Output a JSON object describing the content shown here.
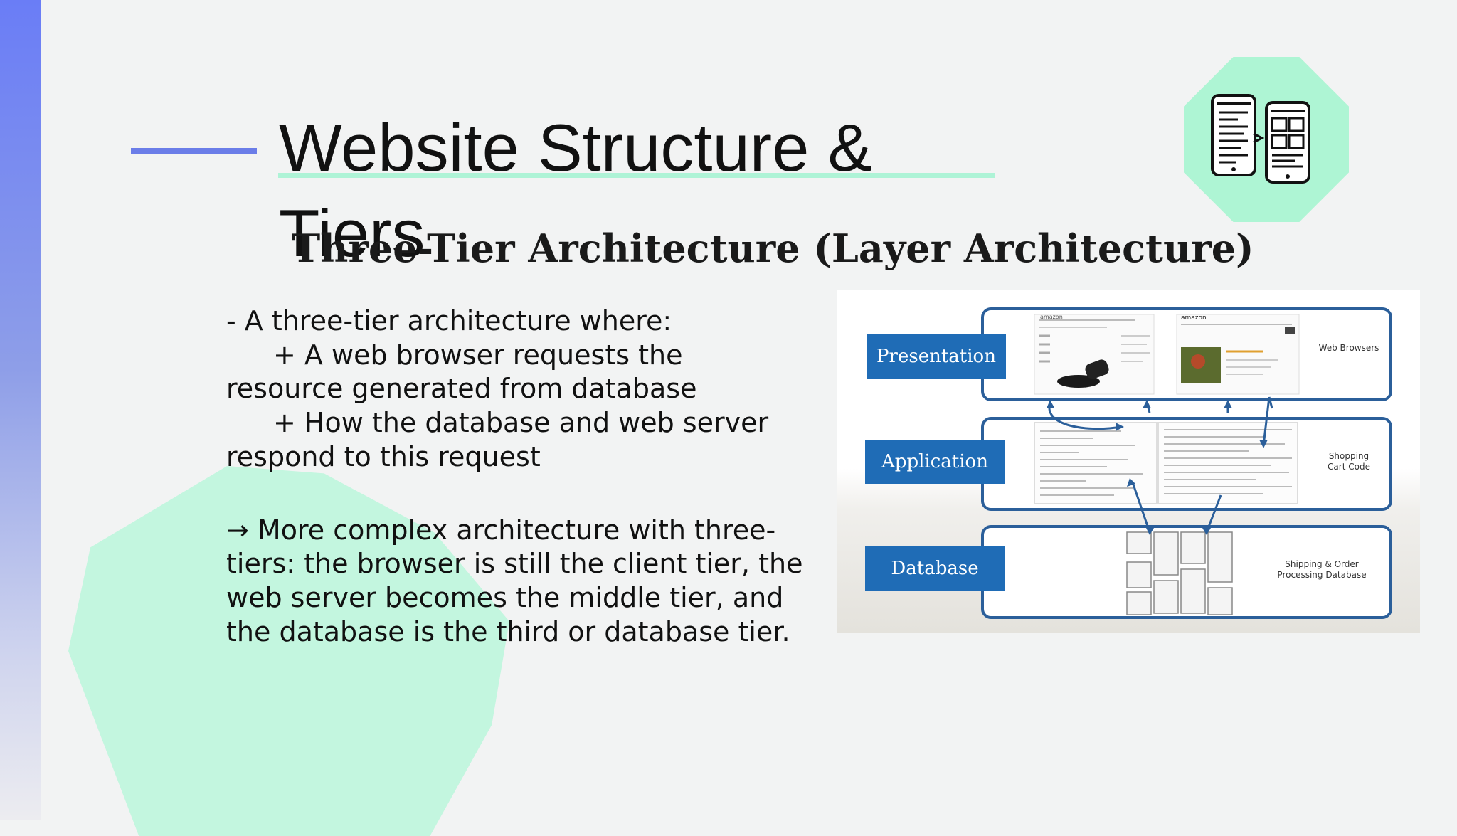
{
  "slide": {
    "title": "Website Structure & Tiers",
    "subtitle": "Three-Tier Architecture (Layer Architecture)",
    "body": {
      "line1": "- A three-tier architecture where:",
      "line2": "+ A web browser requests the",
      "line3": "resource generated from database",
      "line4": "+ How the database and web server",
      "line5": "respond to this request",
      "line6": "→ More complex architecture with three-tiers: the browser is still the client tier, the web server becomes the middle tier, and the database is the third or database tier."
    },
    "icon": "web-pages-icon"
  },
  "figure": {
    "tiers": [
      {
        "label": "Presentation",
        "note": "Web Browsers"
      },
      {
        "label": "Application",
        "note": "Shopping Cart Code"
      },
      {
        "label": "Database",
        "note": "Shipping & Order Processing Database"
      }
    ],
    "thumbnail_text": "amazon"
  },
  "colors": {
    "accent_blue": "#6b7de8",
    "mint": "#aef3d6",
    "tier_blue": "#1f6cb6"
  }
}
